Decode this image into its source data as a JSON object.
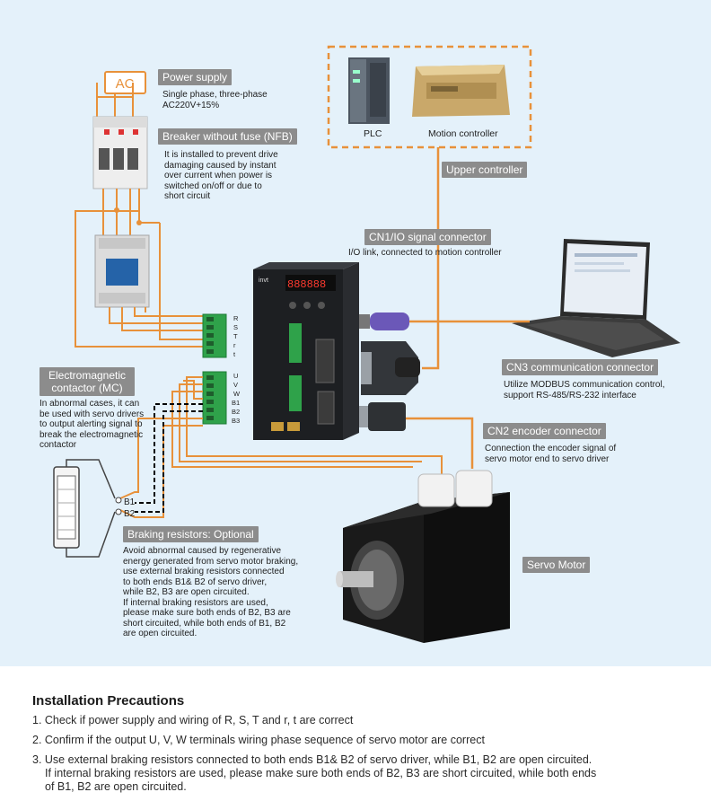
{
  "diagram": {
    "ac_label": "AC",
    "power_supply": {
      "title": "Power supply",
      "desc_line1": "Single phase, three-phase",
      "desc_line2": "AC220V+15%"
    },
    "breaker": {
      "title": "Breaker without fuse (NFB)",
      "desc": [
        "It is installed to prevent drive",
        "damaging caused by instant",
        "over current when power is",
        "switched on/off or due to",
        "short circuit"
      ]
    },
    "upper_controller": {
      "title": "Upper controller",
      "plc": "PLC",
      "motion": "Motion controller"
    },
    "cn1": {
      "title": "CN1/IO signal connector",
      "desc": "I/O link, connected to motion controller"
    },
    "terminals_top": [
      "R",
      "S",
      "T",
      "r",
      "t"
    ],
    "terminals_bottom": [
      "U",
      "V",
      "W",
      "B1",
      "B2",
      "B3"
    ],
    "mc": {
      "title_line1": "Electromagnetic",
      "title_line2": "contactor (MC)",
      "desc": [
        "In abnormal cases, it can",
        "be used with servo drivers",
        "to output alerting signal to",
        "break the electromagnetic",
        "contactor"
      ]
    },
    "resistor_labels": [
      "B1",
      "B2"
    ],
    "cn3": {
      "title": "CN3 communication connector",
      "desc": [
        "Utilize MODBUS communication control,",
        "support RS-485/RS-232 interface"
      ]
    },
    "cn2": {
      "title": "CN2 encoder connector",
      "desc": [
        "Connection the encoder signal of",
        "servo motor end to servo driver"
      ]
    },
    "braking": {
      "title": "Braking resistors: Optional",
      "desc": [
        "Avoid abnormal caused by regenerative",
        "energy generated from servo motor braking,",
        "use external braking resistors connected",
        "to both ends B1& B2 of servo driver,",
        "while B2, B3 are open circuited.",
        "If internal braking resistors are used,",
        "please make sure both ends of B2, B3 are",
        "short circuited, while both ends of B1, B2",
        "are open circuited."
      ]
    },
    "servo_motor": {
      "title": "Servo Motor"
    },
    "driver_brand": "invt",
    "display_text": "888888"
  },
  "precautions": {
    "title": "Installation Precautions",
    "items": [
      {
        "lines": [
          "1. Check if power supply and wiring of R, S, T and r, t are correct"
        ]
      },
      {
        "lines": [
          "2. Confirm if the output U, V, W terminals wiring phase sequence of servo motor are correct"
        ]
      },
      {
        "lines": [
          "3. Use external braking resistors connected to both ends B1& B2 of servo driver, while B1, B2 are open circuited.",
          "    If internal braking resistors are used, please make sure both ends of B2, B3 are short circuited, while both ends",
          "of B1, B2 are open circuited."
        ]
      }
    ]
  },
  "colors": {
    "wire": "#e8913a",
    "tag_bg": "#8c8c8c",
    "diagram_bg": "#e4f1fa",
    "terminal_green": "#2fa24a"
  }
}
